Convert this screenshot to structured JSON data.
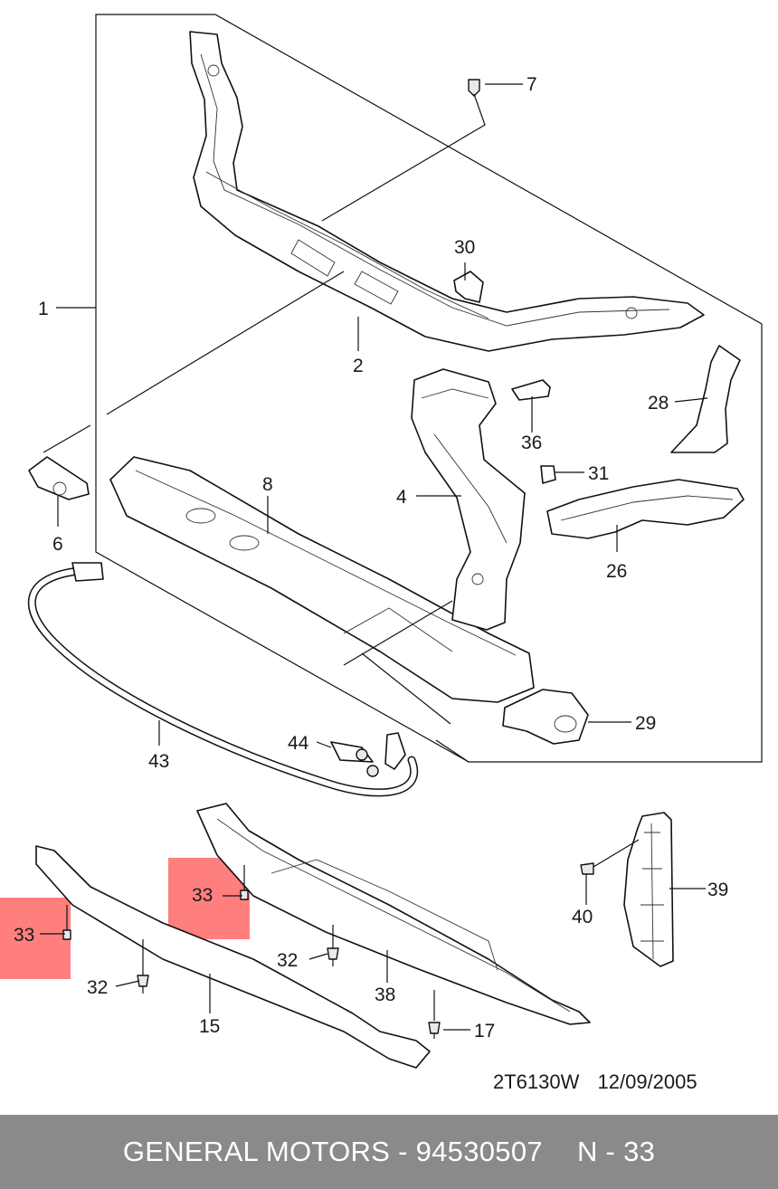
{
  "colors": {
    "footer_bg": "#8a8a8a",
    "footer_text": "#ffffff",
    "highlight": "#ff7f7f"
  },
  "labels": {
    "l1": "1",
    "l2": "2",
    "l4": "4",
    "l6": "6",
    "l7": "7",
    "l8": "8",
    "l15": "15",
    "l17": "17",
    "l26": "26",
    "l28": "28",
    "l29": "29",
    "l30": "30",
    "l31": "31",
    "l32a": "32",
    "l32b": "32",
    "l33a": "33",
    "l33b": "33",
    "l36": "36",
    "l38": "38",
    "l39": "39",
    "l40": "40",
    "l43": "43",
    "l44": "44"
  },
  "stamp": {
    "code": "2T6130W",
    "date": "12/09/2005"
  },
  "footer": {
    "text": "GENERAL MOTORS - 94530507",
    "page": "N - 33"
  }
}
